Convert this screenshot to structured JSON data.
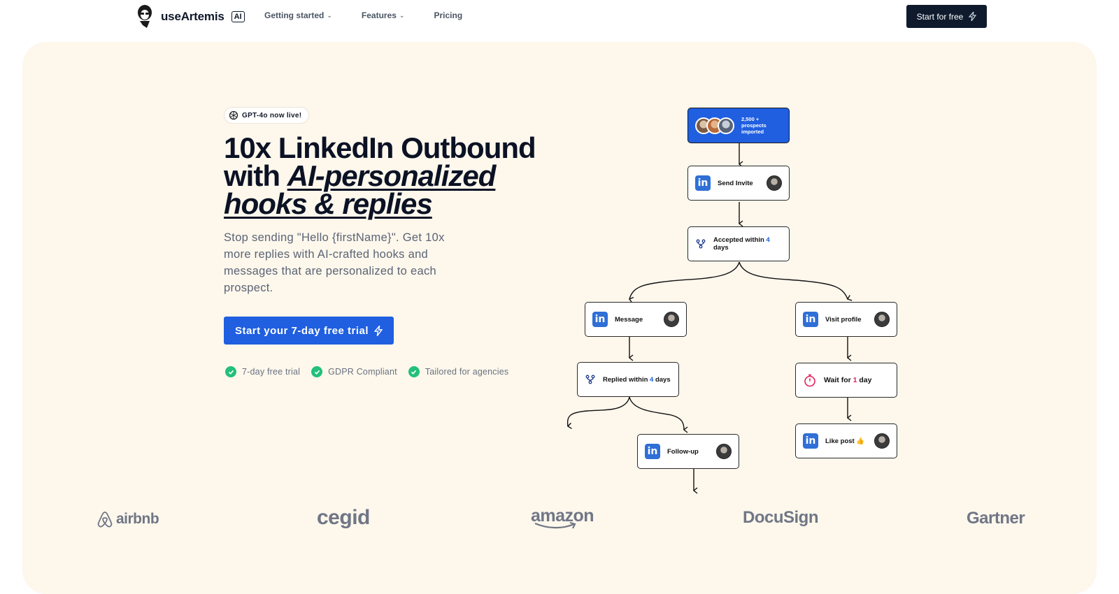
{
  "nav": {
    "brand": "useArtemis",
    "brand_badge": "AI",
    "links": [
      {
        "label": "Getting started",
        "has_dropdown": true
      },
      {
        "label": "Features",
        "has_dropdown": true
      },
      {
        "label": "Pricing",
        "has_dropdown": false
      }
    ],
    "cta_label": "Start for free"
  },
  "hero": {
    "pill_label": "GPT-4o now live!",
    "headline_plain_1": "10x LinkedIn Outbound",
    "headline_plain_2": "with ",
    "headline_em_1": "AI-personalized",
    "headline_em_2": "hooks & replies",
    "subtitle": "Stop sending \"Hello {firstName}\". Get 10x more replies with AI-crafted hooks and messages that are personalized to each prospect.",
    "cta_label": "Start your 7-day free trial",
    "perks": [
      "7-day free trial",
      "GDPR Compliant",
      "Tailored for agencies"
    ]
  },
  "flow": {
    "start": {
      "line1": "2,500 + prospects",
      "line2": "imported"
    },
    "send_invite": "Send Invite",
    "accepted": {
      "prefix": "Accepted within ",
      "num": "4",
      "suffix": " days"
    },
    "message": "Message",
    "visit_profile": "Visit profile",
    "replied": {
      "prefix": "Replied within ",
      "num": "4",
      "suffix": " days"
    },
    "wait": {
      "prefix": "Wait for ",
      "num": "1",
      "suffix": " day"
    },
    "follow_up": "Follow-up",
    "like_post": "Like post 👍"
  },
  "logos": [
    "airbnb",
    "cegid",
    "amazon",
    "DocuSign",
    "Gartner"
  ],
  "colors": {
    "accent": "#1f5fe0",
    "panel_bg": "#fdf7ec",
    "nav_cta": "#0f1b2d",
    "check": "#22c07a",
    "wait_num": "#e0245e"
  }
}
